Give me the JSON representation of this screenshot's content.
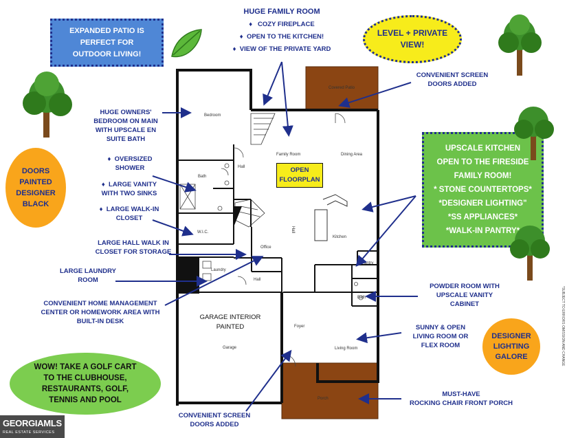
{
  "patio_callout": {
    "lines": [
      "EXPANDED PATIO IS",
      "PERFECT FOR",
      "OUTDOOR LIVING!"
    ]
  },
  "family_room_callout": {
    "title": "HUGE FAMILY ROOM",
    "items": [
      "COZY FIREPLACE",
      "OPEN TO THE KITCHEN!",
      "VIEW OF THE PRIVATE YARD"
    ],
    "bullet": "♦"
  },
  "view_callout": {
    "lines": [
      "LEVEL + PRIVATE",
      "VIEW!"
    ]
  },
  "screen_doors_top": {
    "lines": [
      "CONVENIENT SCREEN",
      "DOORS ADDED"
    ]
  },
  "owners_bedroom": {
    "lines": [
      "HUGE OWNERS'",
      "BEDROOM ON MAIN",
      "WITH UPSCALE EN",
      "SUITE BATH"
    ]
  },
  "shower": {
    "lines": [
      "OVERSIZED",
      "SHOWER"
    ]
  },
  "vanity": {
    "lines": [
      "LARGE VANITY",
      "WITH TWO SINKS"
    ]
  },
  "closet": {
    "lines": [
      "LARGE WALK-IN",
      "CLOSET"
    ]
  },
  "doors_black": {
    "lines": [
      "DOORS",
      "PAINTED",
      "DESIGNER",
      "BLACK"
    ]
  },
  "hall_closet": {
    "lines": [
      "LARGE HALL WALK IN",
      "CLOSET FOR STORAGE"
    ]
  },
  "laundry": {
    "lines": [
      "LARGE LAUNDRY",
      "ROOM"
    ]
  },
  "home_mgmt": {
    "lines": [
      "CONVENIENT HOME MANAGEMENT",
      "CENTER OR HOMEWORK AREA WITH",
      "BUILT-IN DESK"
    ]
  },
  "golf": {
    "lines": [
      "WOW! TAKE A GOLF CART",
      "TO THE CLUBHOUSE,",
      "RESTAURANTS, GOLF,",
      "TENNIS AND POOL"
    ]
  },
  "garage_painted": {
    "lines": [
      "GARAGE INTERIOR",
      "PAINTED"
    ]
  },
  "screen_doors_bottom": {
    "lines": [
      "CONVENIENT SCREEN",
      "DOORS ADDED"
    ]
  },
  "kitchen_callout": {
    "lines": [
      "UPSCALE KITCHEN",
      "OPEN TO THE FIRESIDE",
      "FAMILY ROOM!",
      "* STONE COUNTERTOPS*",
      "*DESIGNER LIGHTING\"",
      "*SS APPLIANCES*",
      "*WALK-IN PANTRY*"
    ]
  },
  "open_floorplan": {
    "lines": [
      "OPEN",
      "FLOORPLAN"
    ]
  },
  "powder_room": {
    "lines": [
      "POWDER ROOM WITH",
      "UPSCALE VANITY",
      "CABINET"
    ]
  },
  "living_room": {
    "lines": [
      "SUNNY & OPEN",
      "LIVING ROOM OR",
      "FLEX ROOM"
    ]
  },
  "designer_lighting": {
    "lines": [
      "DESIGNER",
      "LIGHTING",
      "GALORE"
    ]
  },
  "porch_callout": {
    "lines": [
      "MUST-HAVE",
      "ROCKING CHAIR FRONT PORCH"
    ]
  },
  "disclaimer": "*SUBJECT TO ERRORS OMISSION AND CHANGE",
  "rooms": {
    "bedroom": "Bedroom",
    "covered_patio": "Covered Patio",
    "family_room": "Family Room",
    "dining_area": "Dining Area",
    "bath": "Bath",
    "hall_top": "Hall",
    "wic": "W.I.C.",
    "hall_vertical": "Hall",
    "kitchen": "Kitchen",
    "office": "Office",
    "laundry": "Laundry",
    "hall": "Hall",
    "pantry": "Pantry",
    "bath_small": "Bath",
    "foyer": "Foyer",
    "garage": "Garage",
    "living_room": "Living Room",
    "porch": "Porch"
  },
  "logo": {
    "main": "GEORGIAMLS",
    "sub": "REAL ESTATE SERVICES"
  },
  "colors": {
    "annotation": "#1f2f8c",
    "blue_box": "#4f87d6",
    "yellow": "#f7ec1b",
    "orange": "#f9a51b",
    "green_box": "#6cc24a",
    "green_oval": "#7ccd4f",
    "brown": "#8b4513"
  }
}
